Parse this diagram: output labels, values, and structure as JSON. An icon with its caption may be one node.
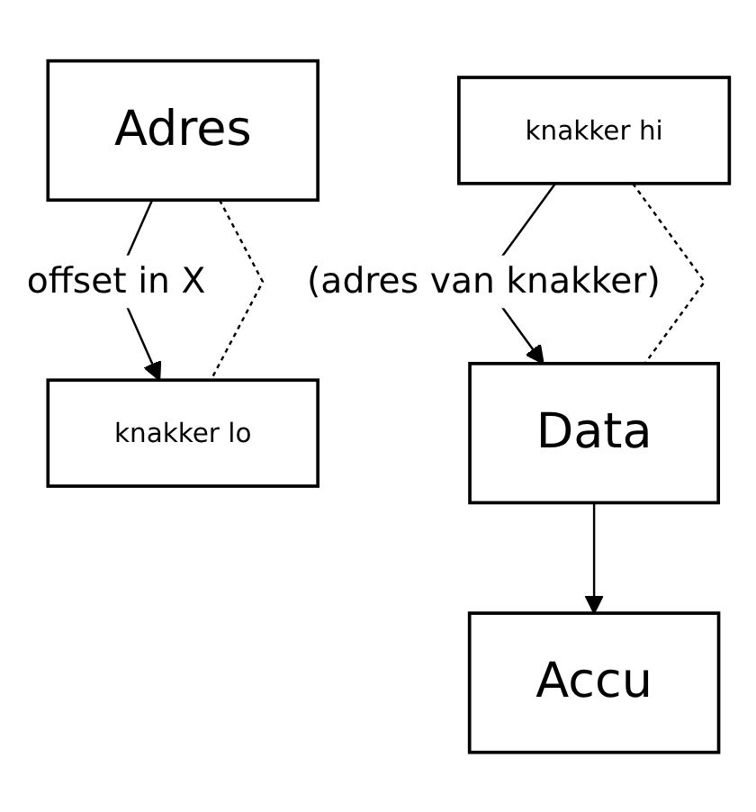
{
  "diagram": {
    "nodes": [
      {
        "text": [
          "Accu"
        ]
      },
      {
        "text": [
          "Adres"
        ]
      },
      {
        "text": [
          "knakker lo"
        ]
      },
      {
        "text": [
          "knakker hi"
        ]
      },
      {
        "text": [
          "Data"
        ]
      }
    ],
    "edges": [
      {
        "from": 1,
        "to": 2,
        "arrow": "to",
        "label": "offset in X"
      },
      {
        "from": 1,
        "to": 2,
        "arrow": "none",
        "style": "dashed"
      },
      {
        "from": 3,
        "to": 4,
        "arrow": "to",
        "label": "(adres van knakker)"
      },
      {
        "from": 3,
        "to": 4,
        "arrow": "none",
        "style": "dashed"
      },
      {
        "from": 4,
        "to": 0,
        "arrow": "to"
      }
    ]
  }
}
